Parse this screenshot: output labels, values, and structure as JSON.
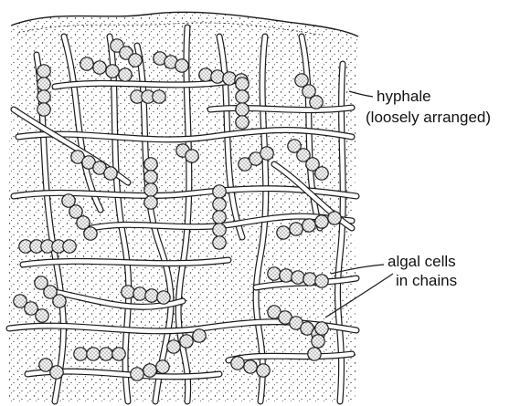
{
  "labels": {
    "hyphae_line1": "hyphale",
    "hyphae_line2": "(loosely arranged)",
    "algal_line1": "algal cells",
    "algal_line2": "in chains"
  },
  "colors": {
    "ink": "#1a1a1a",
    "paper": "#ffffff",
    "cell_fill": "#f4f4f4"
  }
}
